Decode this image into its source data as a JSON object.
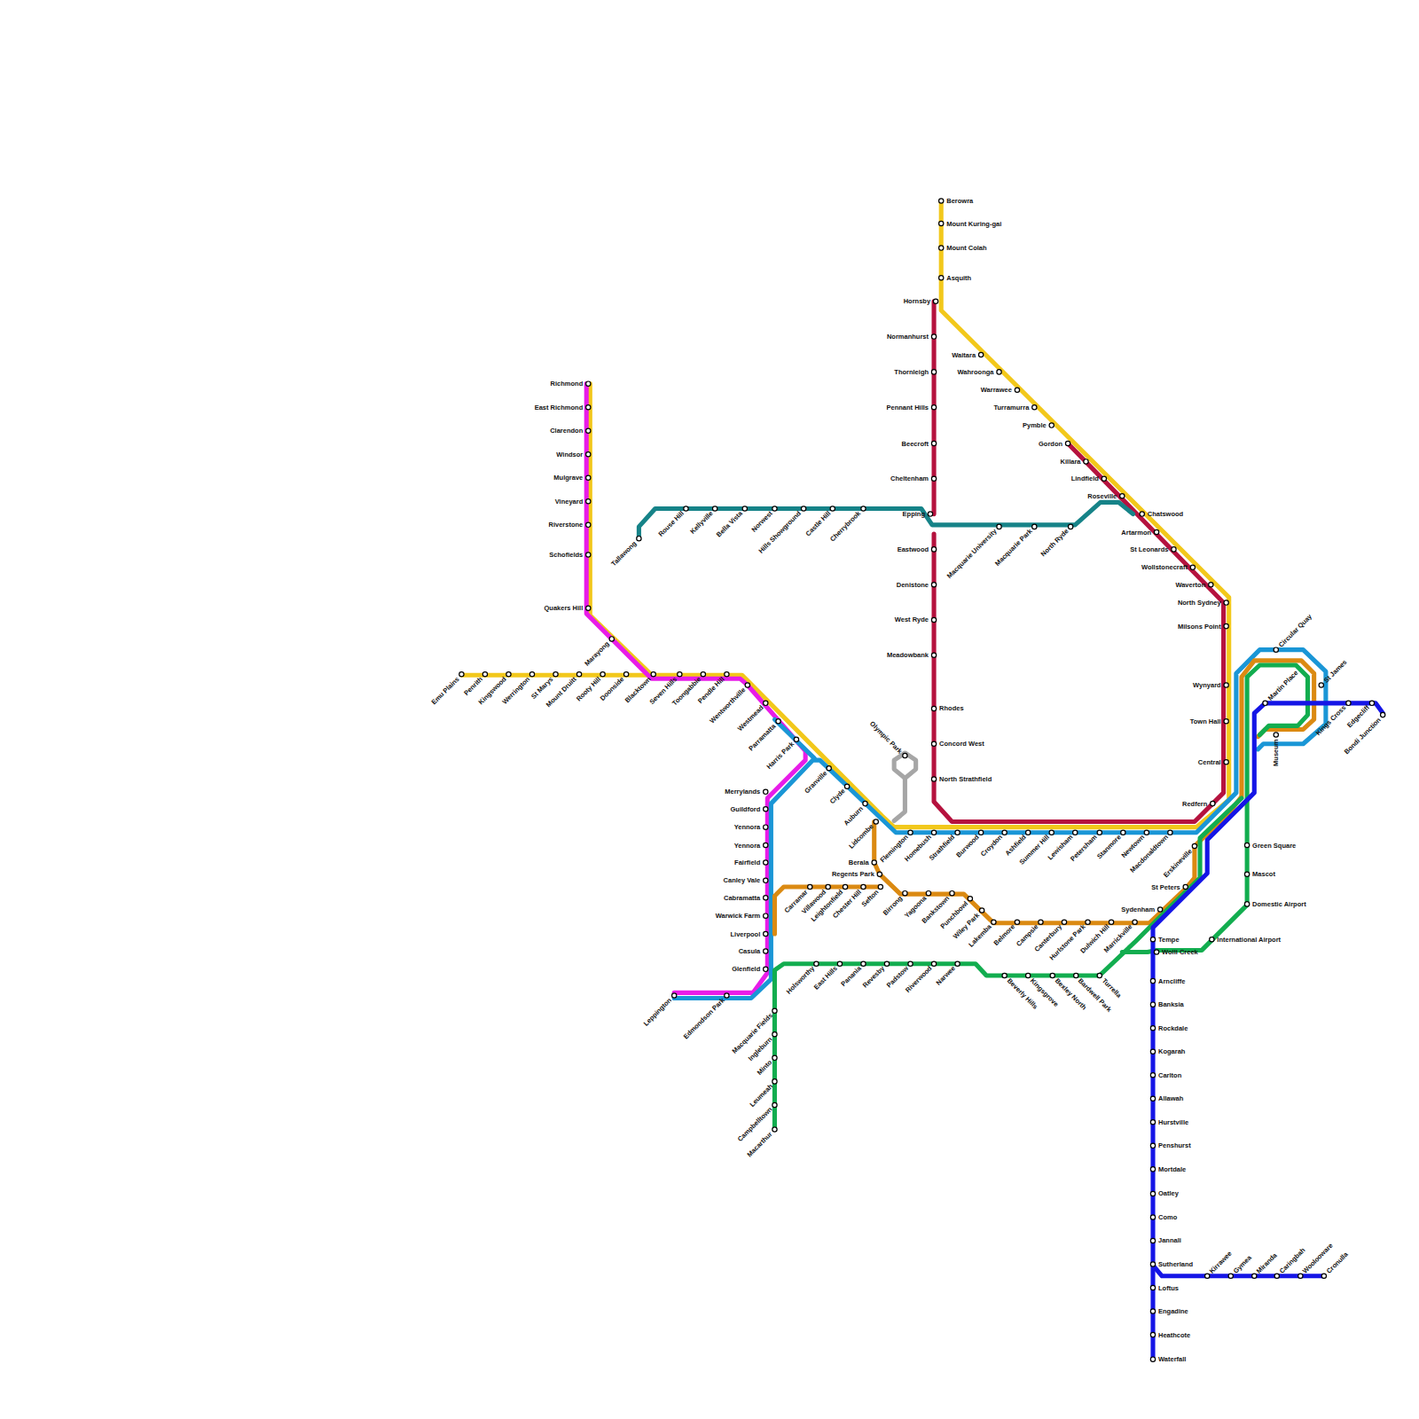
{
  "diagram": {
    "labels": [
      "Richmond",
      "East Richmond",
      "Clarendon",
      "Windsor",
      "Mulgrave",
      "Vineyard",
      "Riverstone",
      "Schofields",
      "Quakers Hill",
      "Marayong",
      "Emu Plains",
      "Penrith",
      "Kingswood",
      "Werrington",
      "St Marys",
      "Mount Druitt",
      "Rooty Hill",
      "Doonside",
      "Blacktown",
      "Seven Hills",
      "Toongabbie",
      "Pendle Hill",
      "Wentworthville",
      "Westmead",
      "Parramatta",
      "Harris Park",
      "Granville",
      "Clyde",
      "Auburn",
      "Lidcombe",
      "Tallawong",
      "Rouse Hill",
      "Kellyville",
      "Bella Vista",
      "Norwest",
      "Hills Showground",
      "Castle Hill",
      "Cherrybrook",
      "Macquarie University",
      "Macquarie Park",
      "North Ryde",
      "Merrylands",
      "Guildford",
      "Yennora",
      "Yennora",
      "Fairfield",
      "Canley Vale",
      "Cabramatta",
      "Warwick Farm",
      "Liverpool",
      "Casula",
      "Glenfield",
      "Leppington",
      "Edmondson Park",
      "Macquarie Fields",
      "Ingleburn",
      "Minto",
      "Leumeah",
      "Campbelltown",
      "Macarthur",
      "Holsworthy",
      "East Hills",
      "Panania",
      "Revesby",
      "Padstow",
      "Riverwood",
      "Narwee",
      "Beverly Hills",
      "Kingsgrove",
      "Bexley North",
      "Bardwell Park",
      "Turrella",
      "Berala",
      "Regents Park",
      "Carramar",
      "Villawood",
      "Leightonfield",
      "Chester Hill",
      "Sefton",
      "Birrong",
      "Yagoona",
      "Bankstown",
      "Punchbowl",
      "Wiley Park",
      "Lakemba",
      "Belmore",
      "Campsie",
      "Canterbury",
      "Hurlstone Park",
      "Dulwich Hill",
      "Marrickville",
      "Olympic Park",
      "Flemington",
      "Homebush",
      "Strathfield",
      "Burwood",
      "Croydon",
      "Ashfield",
      "Summer Hill",
      "Lewisham",
      "Petersham",
      "Stanmore",
      "Newtown",
      "Macdonaldtown",
      "Erskineville",
      "St Peters",
      "Sydenham",
      "Berowra",
      "Mount Kuring-gai",
      "Mount Colah",
      "Asquith",
      "Hornsby",
      "Normanhurst",
      "Thornleigh",
      "Pennant Hills",
      "Beecroft",
      "Cheltenham",
      "Epping",
      "Eastwood",
      "Denistone",
      "West Ryde",
      "Meadowbank",
      "Rhodes",
      "Concord West",
      "North Strathfield",
      "Waitara",
      "Wahroonga",
      "Warrawee",
      "Turramurra",
      "Pymble",
      "Gordon",
      "Killara",
      "Lindfield",
      "Roseville",
      "Chatswood",
      "Artarmon",
      "St Leonards",
      "Wollstonecraft",
      "Waverton",
      "North Sydney",
      "Milsons Point",
      "Wynyard",
      "Town Hall",
      "Central",
      "Redfern",
      "Circular Quay",
      "Martin Place",
      "St James",
      "Museum",
      "Kings Cross",
      "Edgecliff",
      "Bondi Junction",
      "Green Square",
      "Mascot",
      "Domestic Airport",
      "International Airport",
      "Tempe",
      "Wolli Creek",
      "Arncliffe",
      "Banksia",
      "Rockdale",
      "Kogarah",
      "Carlton",
      "Allawah",
      "Hurstville",
      "Penshurst",
      "Mortdale",
      "Oatley",
      "Como",
      "Jannali",
      "Sutherland",
      "Loftus",
      "Engadine",
      "Heathcote",
      "Waterfall",
      "Kirrawee",
      "Gymea",
      "Miranda",
      "Caringbah",
      "Woolooware",
      "Cronulla"
    ]
  }
}
